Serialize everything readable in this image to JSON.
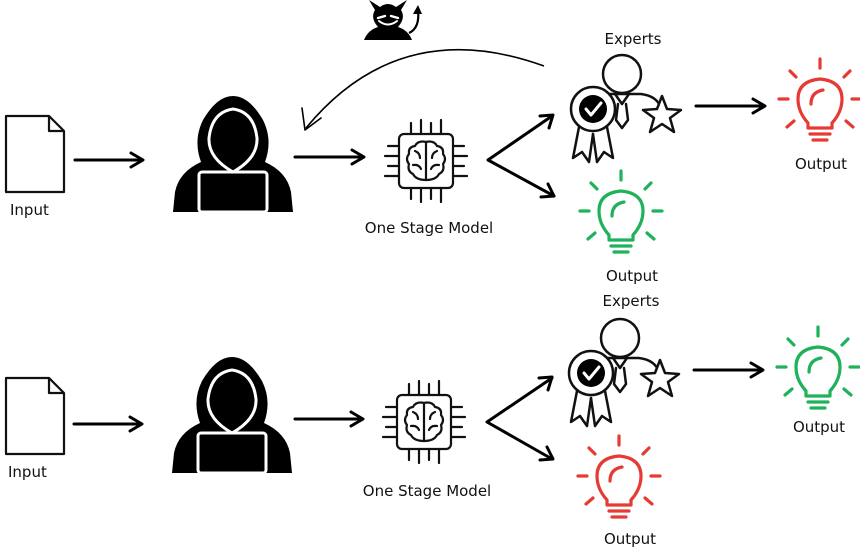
{
  "colors": {
    "ink": "#000000",
    "fail": "#e63b35",
    "pass": "#1fb25a"
  },
  "icons": [
    "document-icon",
    "hacker-icon",
    "devil-icon",
    "brain-chip-icon",
    "expert-icon",
    "award-badge-icon",
    "star-icon",
    "lightbulb-icon",
    "arrow-icon"
  ],
  "rows": [
    {
      "input_label": "Input",
      "model_label": "One Stage Model",
      "experts_label": "Experts",
      "expert_output_label": "Output",
      "expert_output_color": "fail",
      "direct_output_label": "Output",
      "direct_output_color": "pass"
    },
    {
      "input_label": "Input",
      "model_label": "One Stage Model",
      "experts_label": "Experts",
      "expert_output_label": "Output",
      "expert_output_color": "pass",
      "direct_output_label": "Output",
      "direct_output_color": "fail"
    }
  ]
}
